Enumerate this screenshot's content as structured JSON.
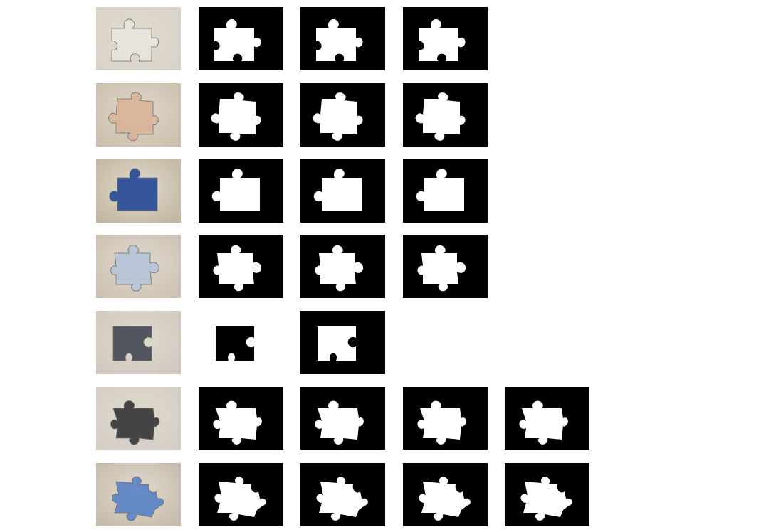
{
  "grid": {
    "rows": [
      {
        "piece": "piece-1",
        "masks": 3,
        "photo_tint": "#d8d2c8"
      },
      {
        "piece": "piece-2",
        "masks": 3,
        "photo_tint": "#c9bba8"
      },
      {
        "piece": "piece-3",
        "masks": 3,
        "photo_tint": "#bfb39c"
      },
      {
        "piece": "piece-4",
        "masks": 3,
        "photo_tint": "#cbbfb0"
      },
      {
        "piece": "piece-5",
        "masks": 2,
        "photo_tint": "#cfc7bd",
        "first_mask_inverted": true
      },
      {
        "piece": "piece-6",
        "masks": 4,
        "photo_tint": "#d3cdc4"
      },
      {
        "piece": "piece-7",
        "masks": 4,
        "photo_tint": "#c3b8a8"
      }
    ]
  },
  "colors": {
    "mask_background": "#000000",
    "mask_piece": "#ffffff",
    "table_surface": "#cdc6ba"
  },
  "icons": {
    "photo": "puzzle-piece-photo",
    "mask": "segmentation-mask"
  }
}
